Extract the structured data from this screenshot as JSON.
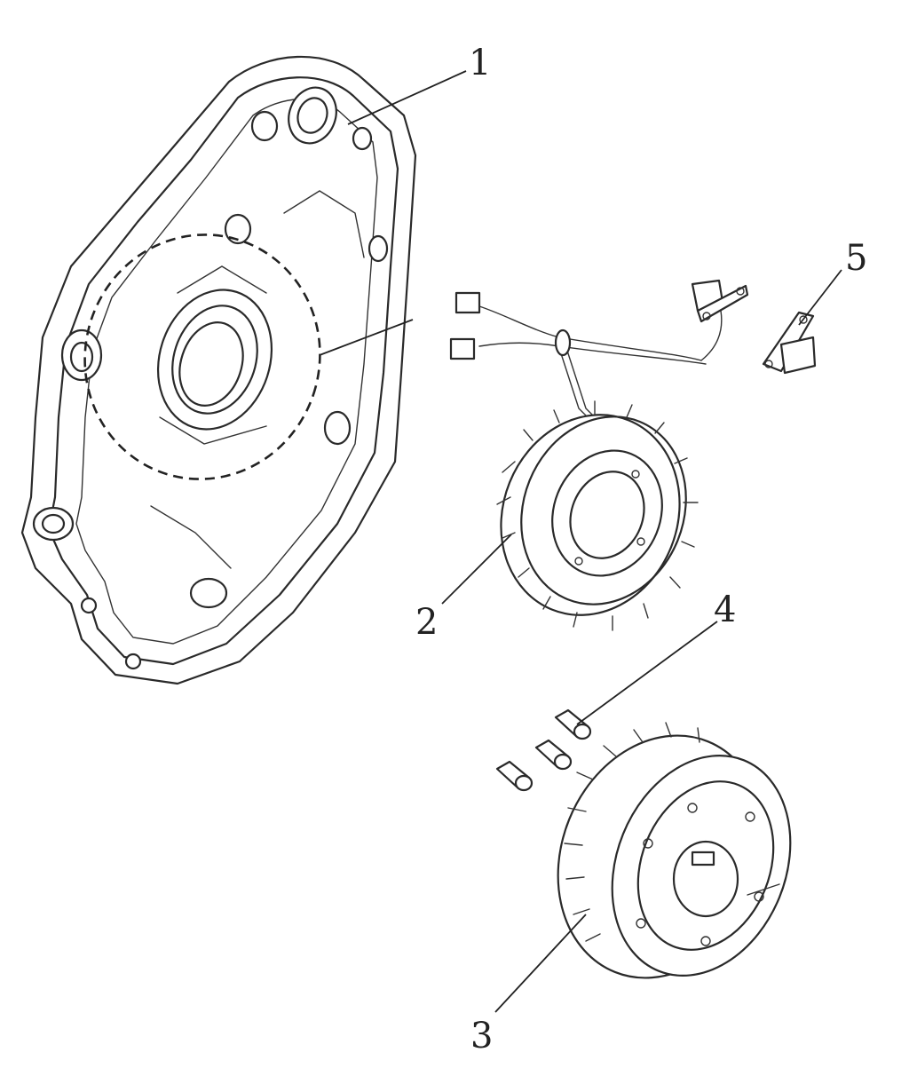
{
  "diagram": {
    "callouts": [
      {
        "id": "1",
        "label": "1",
        "part": "crankcase-cover"
      },
      {
        "id": "2",
        "label": "2",
        "part": "stator-coil"
      },
      {
        "id": "3",
        "label": "3",
        "part": "flywheel-rotor"
      },
      {
        "id": "4",
        "label": "4",
        "part": "bolts"
      },
      {
        "id": "5",
        "label": "5",
        "part": "pickup-sensor"
      }
    ],
    "line_color": "#2a2a2a",
    "background": "#ffffff"
  }
}
